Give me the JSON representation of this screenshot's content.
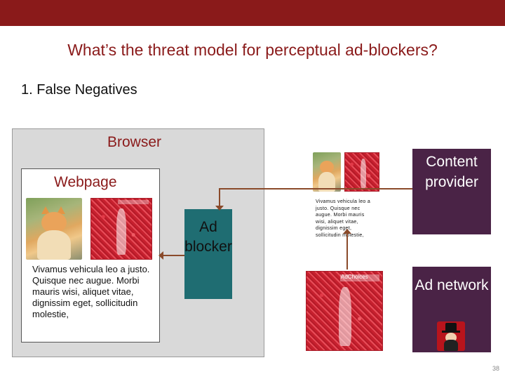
{
  "slide": {
    "title": "What’s the threat model for perceptual ad-blockers?",
    "subtitle": "1. False Negatives",
    "page_number": "38"
  },
  "diagram": {
    "browser_label": "Browser",
    "webpage_label": "Webpage",
    "webpage_text": "Vivamus vehicula leo a justo. Quisque nec augue. Morbi mauris wisi, aliquet vitae, dignissim eget, sollicitudin molestie,",
    "adblocker_label": "Ad blocker",
    "content_provider_label": "Content provider",
    "ad_network_label": "Ad network",
    "provider_snippet_text": "Vivamus vehicula leo a justo. Quisque nec augue. Morbi mauris wisi, aliquet vitae, dignissim eget, sollicitudin molestie,",
    "ad_badge_text": "AdChoices"
  },
  "colors": {
    "accent": "#8a1a1a",
    "adblocker": "#1f6d72",
    "party_box": "#4a2346",
    "browser_bg": "#d9d9d9",
    "arrow": "#8a4a2a"
  }
}
